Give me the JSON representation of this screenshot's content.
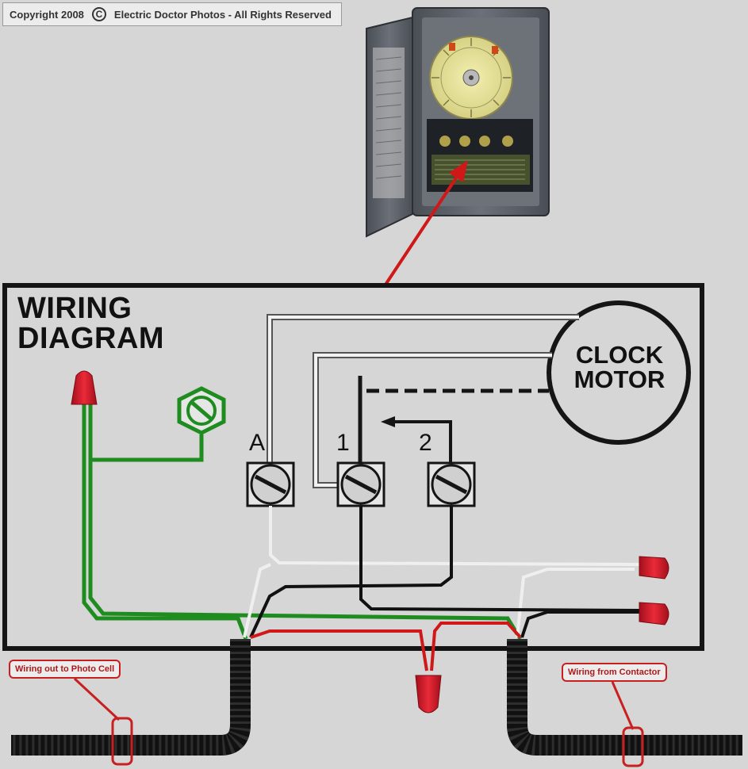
{
  "copyright": {
    "left_text": "Copyright 2008",
    "symbol": "C",
    "right_text": "Electric Doctor Photos - All Rights Reserved"
  },
  "diagram": {
    "title_line1": "WIRING",
    "title_line2": "DIAGRAM",
    "motor_line1": "CLOCK",
    "motor_line2": "MOTOR",
    "terminal_labels": [
      "A",
      "1",
      "2"
    ]
  },
  "callouts": {
    "photo_cell": "Wiring out to Photo Cell",
    "contactor": "Wiring from Contactor"
  },
  "colors": {
    "ground": "#1e8c1e",
    "hot": "#d01818",
    "white_wire": "#f2f2f2",
    "black_wire": "#111111",
    "wire_nut": "#d81b2a"
  }
}
